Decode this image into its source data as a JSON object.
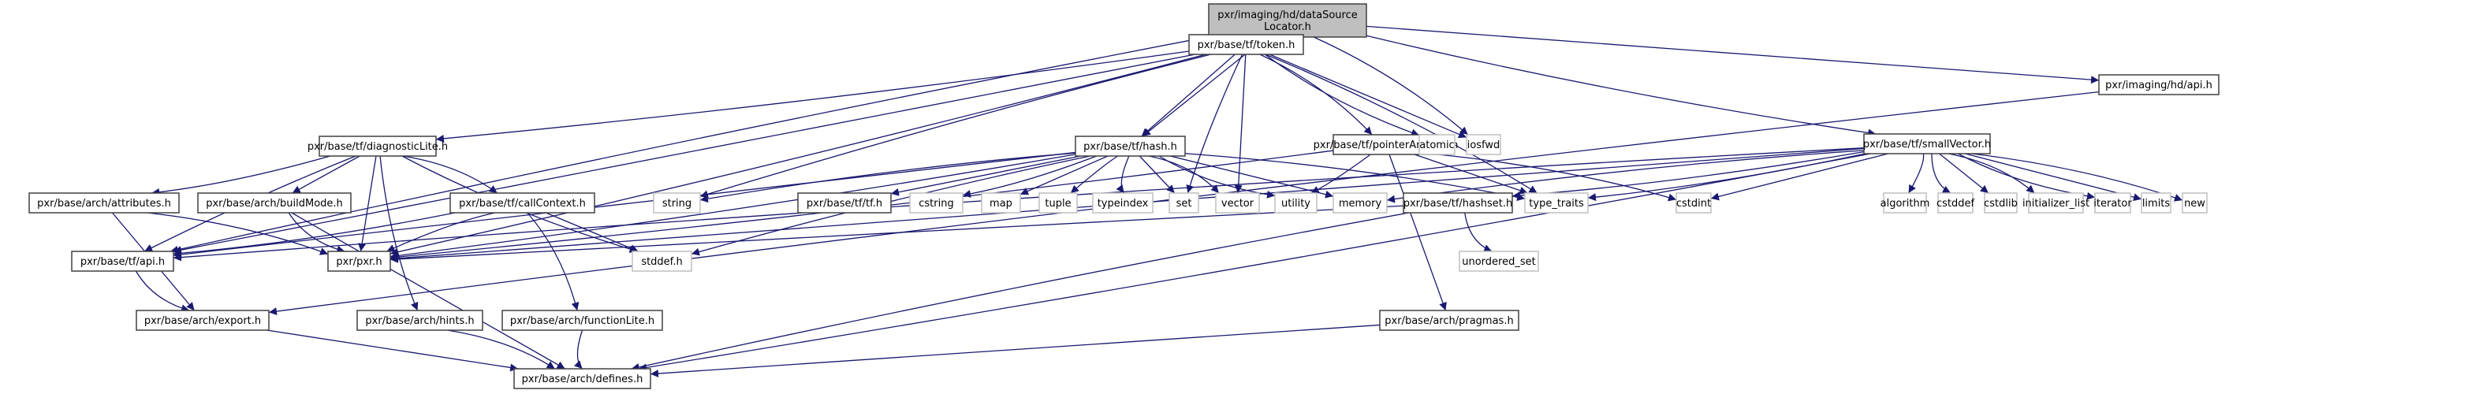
{
  "graph": {
    "title": "pxr/imaging/hd/dataSourceLocator.h include dependency graph",
    "colors": {
      "edge": "#191970",
      "root_fill": "#bfbfbf",
      "local_border": "#404040",
      "system_border": "#bfbfbf"
    },
    "nodes": [
      {
        "id": "root",
        "label": [
          "pxr/imaging/hd/dataSource",
          "Locator.h"
        ],
        "kind": "root"
      },
      {
        "id": "token",
        "label": [
          "pxr/base/tf/token.h"
        ],
        "kind": "local"
      },
      {
        "id": "hdapi",
        "label": [
          "pxr/imaging/hd/api.h"
        ],
        "kind": "local"
      },
      {
        "id": "diag",
        "label": [
          "pxr/base/tf/diagnosticLite.h"
        ],
        "kind": "local"
      },
      {
        "id": "hash",
        "label": [
          "pxr/base/tf/hash.h"
        ],
        "kind": "local"
      },
      {
        "id": "ptrbits",
        "label": [
          "pxr/base/tf/pointerAndBits.h"
        ],
        "kind": "local"
      },
      {
        "id": "atomic",
        "label": [
          "atomic"
        ],
        "kind": "system"
      },
      {
        "id": "iosfwd",
        "label": [
          "iosfwd"
        ],
        "kind": "system"
      },
      {
        "id": "smallvec",
        "label": [
          "pxr/base/tf/smallVector.h"
        ],
        "kind": "local"
      },
      {
        "id": "attrs",
        "label": [
          "pxr/base/arch/attributes.h"
        ],
        "kind": "local"
      },
      {
        "id": "buildmode",
        "label": [
          "pxr/base/arch/buildMode.h"
        ],
        "kind": "local"
      },
      {
        "id": "callctx",
        "label": [
          "pxr/base/tf/callContext.h"
        ],
        "kind": "local"
      },
      {
        "id": "string",
        "label": [
          "string"
        ],
        "kind": "system"
      },
      {
        "id": "tfh",
        "label": [
          "pxr/base/tf/tf.h"
        ],
        "kind": "local"
      },
      {
        "id": "cstring",
        "label": [
          "cstring"
        ],
        "kind": "system"
      },
      {
        "id": "map",
        "label": [
          "map"
        ],
        "kind": "system"
      },
      {
        "id": "tuple",
        "label": [
          "tuple"
        ],
        "kind": "system"
      },
      {
        "id": "typeindex",
        "label": [
          "typeindex"
        ],
        "kind": "system"
      },
      {
        "id": "set",
        "label": [
          "set"
        ],
        "kind": "system"
      },
      {
        "id": "vector",
        "label": [
          "vector"
        ],
        "kind": "system"
      },
      {
        "id": "utility",
        "label": [
          "utility"
        ],
        "kind": "system"
      },
      {
        "id": "memory",
        "label": [
          "memory"
        ],
        "kind": "system"
      },
      {
        "id": "hashset",
        "label": [
          "pxr/base/tf/hashset.h"
        ],
        "kind": "local"
      },
      {
        "id": "typetraits",
        "label": [
          "type_traits"
        ],
        "kind": "system"
      },
      {
        "id": "cstdint",
        "label": [
          "cstdint"
        ],
        "kind": "system"
      },
      {
        "id": "algorithm",
        "label": [
          "algorithm"
        ],
        "kind": "system"
      },
      {
        "id": "cstddef",
        "label": [
          "cstddef"
        ],
        "kind": "system"
      },
      {
        "id": "cstdlib",
        "label": [
          "cstdlib"
        ],
        "kind": "system"
      },
      {
        "id": "initlist",
        "label": [
          "initializer_list"
        ],
        "kind": "system"
      },
      {
        "id": "iterator",
        "label": [
          "iterator"
        ],
        "kind": "system"
      },
      {
        "id": "limits",
        "label": [
          "limits"
        ],
        "kind": "system"
      },
      {
        "id": "new",
        "label": [
          "new"
        ],
        "kind": "system"
      },
      {
        "id": "tfapi",
        "label": [
          "pxr/base/tf/api.h"
        ],
        "kind": "local"
      },
      {
        "id": "pxr",
        "label": [
          "pxr/pxr.h"
        ],
        "kind": "local"
      },
      {
        "id": "stddef",
        "label": [
          "stddef.h"
        ],
        "kind": "system"
      },
      {
        "id": "unordset",
        "label": [
          "unordered_set"
        ],
        "kind": "system"
      },
      {
        "id": "export",
        "label": [
          "pxr/base/arch/export.h"
        ],
        "kind": "local"
      },
      {
        "id": "hints",
        "label": [
          "pxr/base/arch/hints.h"
        ],
        "kind": "local"
      },
      {
        "id": "funclite",
        "label": [
          "pxr/base/arch/functionLite.h"
        ],
        "kind": "local"
      },
      {
        "id": "pragmas",
        "label": [
          "pxr/base/arch/pragmas.h"
        ],
        "kind": "local"
      },
      {
        "id": "defines",
        "label": [
          "pxr/base/arch/defines.h"
        ],
        "kind": "local"
      }
    ],
    "edges": [
      [
        "root",
        "token"
      ],
      [
        "root",
        "hash"
      ],
      [
        "root",
        "iosfwd"
      ],
      [
        "root",
        "smallvec"
      ],
      [
        "root",
        "hdapi"
      ],
      [
        "root",
        "tfapi"
      ],
      [
        "token",
        "diag"
      ],
      [
        "token",
        "hash"
      ],
      [
        "token",
        "ptrbits"
      ],
      [
        "token",
        "atomic"
      ],
      [
        "token",
        "iosfwd"
      ],
      [
        "token",
        "string"
      ],
      [
        "token",
        "set"
      ],
      [
        "token",
        "vector"
      ],
      [
        "token",
        "typetraits"
      ],
      [
        "token",
        "pxr"
      ],
      [
        "token",
        "tfapi"
      ],
      [
        "hdapi",
        "export"
      ],
      [
        "diag",
        "attrs"
      ],
      [
        "diag",
        "buildmode"
      ],
      [
        "diag",
        "callctx"
      ],
      [
        "diag",
        "hints"
      ],
      [
        "diag",
        "pxr"
      ],
      [
        "diag",
        "tfapi"
      ],
      [
        "diag",
        "stddef"
      ],
      [
        "hash",
        "tfh"
      ],
      [
        "hash",
        "string"
      ],
      [
        "hash",
        "cstring"
      ],
      [
        "hash",
        "map"
      ],
      [
        "hash",
        "tuple"
      ],
      [
        "hash",
        "typeindex"
      ],
      [
        "hash",
        "set"
      ],
      [
        "hash",
        "vector"
      ],
      [
        "hash",
        "utility"
      ],
      [
        "hash",
        "memory"
      ],
      [
        "hash",
        "typetraits"
      ],
      [
        "hash",
        "pxr"
      ],
      [
        "hash",
        "tfapi"
      ],
      [
        "hash",
        "stddef"
      ],
      [
        "ptrbits",
        "utility"
      ],
      [
        "ptrbits",
        "typetraits"
      ],
      [
        "ptrbits",
        "cstdint"
      ],
      [
        "ptrbits",
        "pxr"
      ],
      [
        "ptrbits",
        "pragmas"
      ],
      [
        "smallvec",
        "memory"
      ],
      [
        "smallvec",
        "typetraits"
      ],
      [
        "smallvec",
        "cstdint"
      ],
      [
        "smallvec",
        "algorithm"
      ],
      [
        "smallvec",
        "cstddef"
      ],
      [
        "smallvec",
        "cstdlib"
      ],
      [
        "smallvec",
        "initlist"
      ],
      [
        "smallvec",
        "iterator"
      ],
      [
        "smallvec",
        "limits"
      ],
      [
        "smallvec",
        "new"
      ],
      [
        "smallvec",
        "hashset"
      ],
      [
        "smallvec",
        "pxr"
      ],
      [
        "smallvec",
        "tfapi"
      ],
      [
        "smallvec",
        "defines"
      ],
      [
        "attrs",
        "export"
      ],
      [
        "attrs",
        "pxr"
      ],
      [
        "buildmode",
        "pxr"
      ],
      [
        "buildmode",
        "defines"
      ],
      [
        "callctx",
        "pxr"
      ],
      [
        "callctx",
        "tfapi"
      ],
      [
        "callctx",
        "stddef"
      ],
      [
        "callctx",
        "funclite"
      ],
      [
        "hashset",
        "unordset"
      ],
      [
        "hashset",
        "pxr"
      ],
      [
        "hashset",
        "defines"
      ],
      [
        "tfapi",
        "export"
      ],
      [
        "export",
        "defines"
      ],
      [
        "hints",
        "defines"
      ],
      [
        "funclite",
        "defines"
      ],
      [
        "pragmas",
        "defines"
      ]
    ]
  }
}
